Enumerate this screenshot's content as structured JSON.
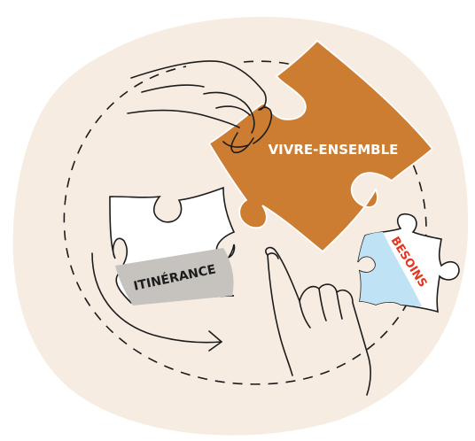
{
  "labels": {
    "vivre_ensemble": "VIVRE-ENSEMBLE",
    "itinerance": "ITINÉRANCE",
    "besoins": "BESOINS"
  },
  "colors": {
    "blob": "#f6ece2",
    "orange_piece": "#cd7d31",
    "blue_piece": "#bfe3f5",
    "gray_band": "#c6c3bf",
    "besoins_text": "#e2361e",
    "ink": "#1c1c1c",
    "white": "#ffffff"
  },
  "icons": {
    "orange_piece": "puzzle-piece-icon",
    "white_piece": "puzzle-piece-icon",
    "blue_piece": "puzzle-piece-icon",
    "hand_holding": "hand-holding-icon",
    "hand_pointing": "pointing-hand-icon",
    "arrow": "curved-arrow-icon"
  }
}
